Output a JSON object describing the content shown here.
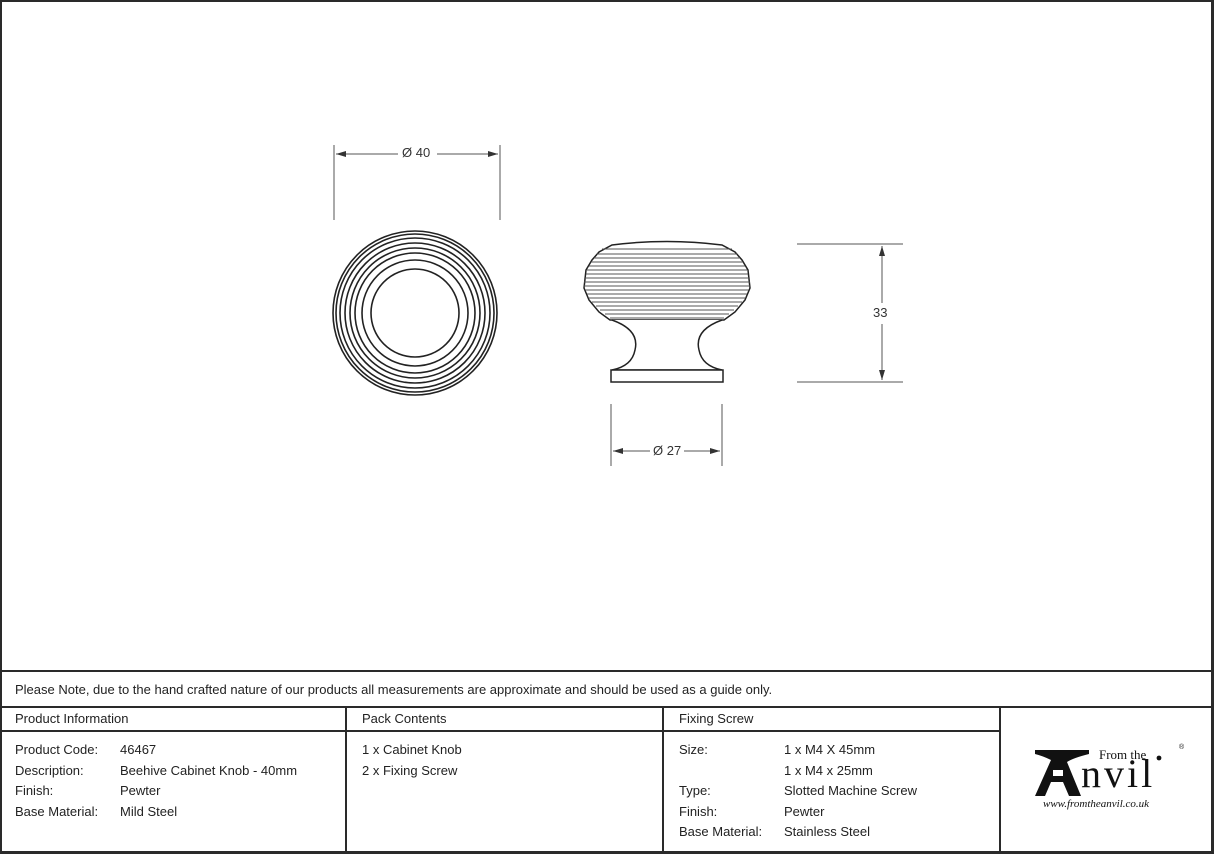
{
  "drawing": {
    "top_view": {
      "dimension_label": "Ø 40",
      "ring_count": 9
    },
    "side_view": {
      "height_label": "33",
      "base_diameter_label": "Ø 27"
    }
  },
  "note": "Please Note, due to the hand crafted nature of our products all measurements are approximate and should be used as a guide only.",
  "product_info": {
    "header": "Product Information",
    "rows": [
      {
        "label": "Product Code:",
        "value": "46467"
      },
      {
        "label": "Description:",
        "value": "Beehive Cabinet Knob - 40mm"
      },
      {
        "label": "Finish:",
        "value": "Pewter"
      },
      {
        "label": "Base Material:",
        "value": "Mild Steel"
      }
    ]
  },
  "pack_contents": {
    "header": "Pack Contents",
    "items": [
      "1 x Cabinet Knob",
      "2 x Fixing Screw"
    ]
  },
  "fixing_screw": {
    "header": "Fixing Screw",
    "rows": [
      {
        "label": "Size:",
        "value": "1 x M4 X 45mm"
      },
      {
        "label": "",
        "value": "1 x M4 x 25mm"
      },
      {
        "label": "Type:",
        "value": "Slotted Machine Screw"
      },
      {
        "label": "Finish:",
        "value": "Pewter"
      },
      {
        "label": "Base Material:",
        "value": "Stainless Steel"
      }
    ]
  },
  "logo": {
    "from_the": "From the",
    "brand": "nvil",
    "registered": "®",
    "url": "www.fromtheanvil.co.uk"
  }
}
